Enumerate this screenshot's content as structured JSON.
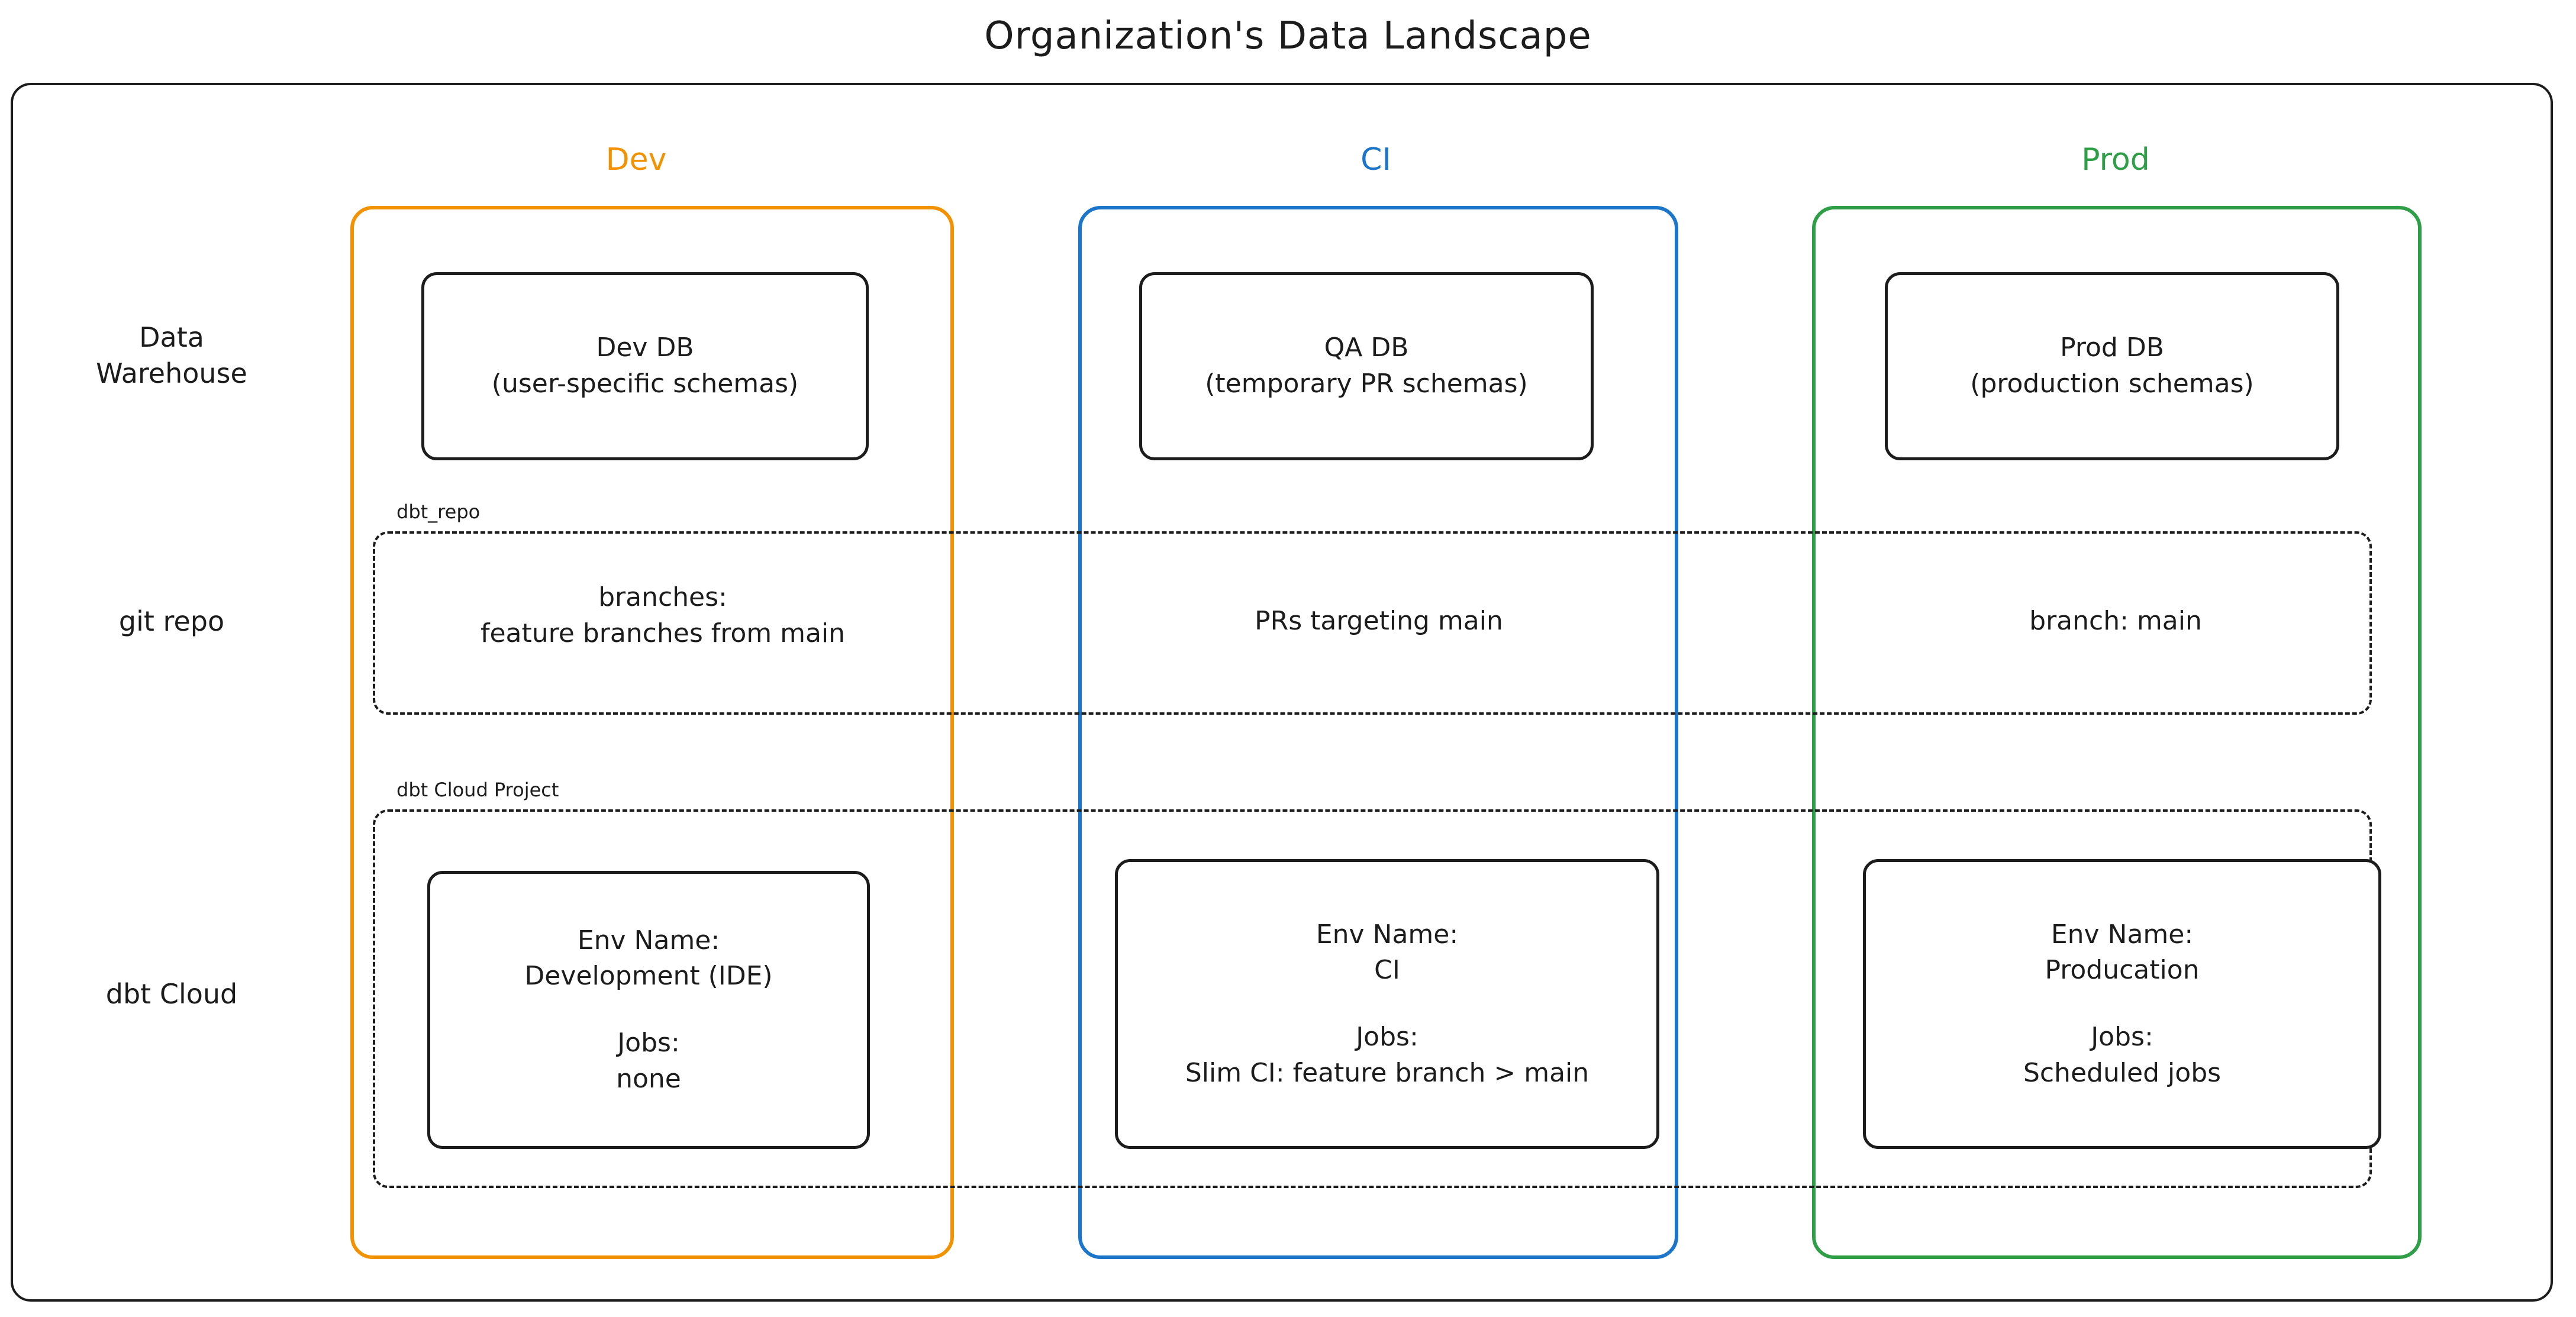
{
  "title": "Organization's Data Landscape",
  "colors": {
    "dev": "#F39200",
    "ci": "#1B76CA",
    "prod": "#2E9E47",
    "ink": "#1c1c1c",
    "background": "#ffffff"
  },
  "columns": [
    {
      "key": "dev",
      "label": "Dev"
    },
    {
      "key": "ci",
      "label": "CI"
    },
    {
      "key": "prod",
      "label": "Prod"
    }
  ],
  "rows": [
    {
      "key": "data_warehouse",
      "label_line1": "Data",
      "label_line2": "Warehouse"
    },
    {
      "key": "git_repo",
      "label_line1": "git repo",
      "label_line2": ""
    },
    {
      "key": "dbt_cloud",
      "label_line1": "dbt Cloud",
      "label_line2": ""
    }
  ],
  "groups": {
    "git_repo": {
      "tag": "dbt_repo"
    },
    "dbt_cloud": {
      "tag": "dbt Cloud Project"
    }
  },
  "data_warehouse": {
    "dev": {
      "line1": "Dev DB",
      "line2": "(user-specific schemas)"
    },
    "ci": {
      "line1": "QA DB",
      "line2": "(temporary PR schemas)"
    },
    "prod": {
      "line1": "Prod DB",
      "line2": "(production schemas)"
    }
  },
  "git_repo": {
    "dev": {
      "line1": "branches:",
      "line2": "feature branches from main"
    },
    "ci": {
      "line1": "PRs targeting main",
      "line2": ""
    },
    "prod": {
      "line1": "branch: main",
      "line2": ""
    }
  },
  "dbt_cloud": {
    "dev": {
      "env_label": "Env Name:",
      "env_value": "Development (IDE)",
      "jobs_label": "Jobs:",
      "jobs_value": "none"
    },
    "ci": {
      "env_label": "Env Name:",
      "env_value": "CI",
      "jobs_label": "Jobs:",
      "jobs_value": "Slim CI: feature branch > main"
    },
    "prod": {
      "env_label": "Env Name:",
      "env_value": "Producation",
      "jobs_label": "Jobs:",
      "jobs_value": "Scheduled jobs"
    }
  }
}
